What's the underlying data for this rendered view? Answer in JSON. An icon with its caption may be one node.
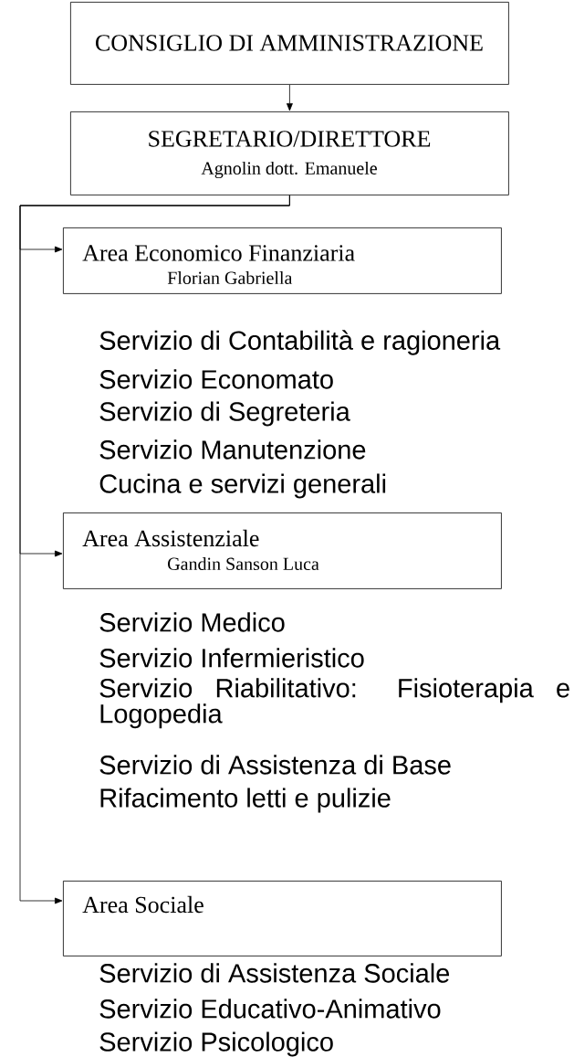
{
  "diagram": {
    "nodes": [
      {
        "text": [
          "CONSIGLIO DI AMMINISTRAZIONE"
        ]
      },
      {
        "text": [
          "SEGRETARIO/DIRETTORE",
          "Agnolin dott. Emanuele"
        ]
      },
      {
        "text": [
          "Area Economico Finanziaria",
          "Florian Gabriella"
        ]
      },
      {
        "text": [
          "Area Assistenziale",
          "Gandin Sanson Luca"
        ]
      },
      {
        "text": [
          "Area Sociale"
        ]
      }
    ],
    "edges": [
      {
        "from": 0,
        "to": 1,
        "arrow": "to"
      },
      {
        "from": 1,
        "to": 2,
        "arrow": "to"
      },
      {
        "from": 1,
        "to": 3,
        "arrow": "to"
      },
      {
        "from": 1,
        "to": 4,
        "arrow": "to"
      }
    ],
    "labels": [
      "Servizio di Contabilità e ragioneria",
      "Servizio Economato",
      "Servizio di Segreteria",
      "Servizio Manutenzione",
      "Cucina e servizi generali",
      "Servizio Medico",
      "Servizio Infermieristico",
      "Servizio Riabilitativo: Fisioterapia e Logopedia",
      "Servizio di Assistenza di Base",
      "Rifacimento letti e pulizie",
      "Servizio di Assistenza Sociale",
      "Servizio Educativo-Animativo",
      "Servizio Psicologico"
    ]
  }
}
